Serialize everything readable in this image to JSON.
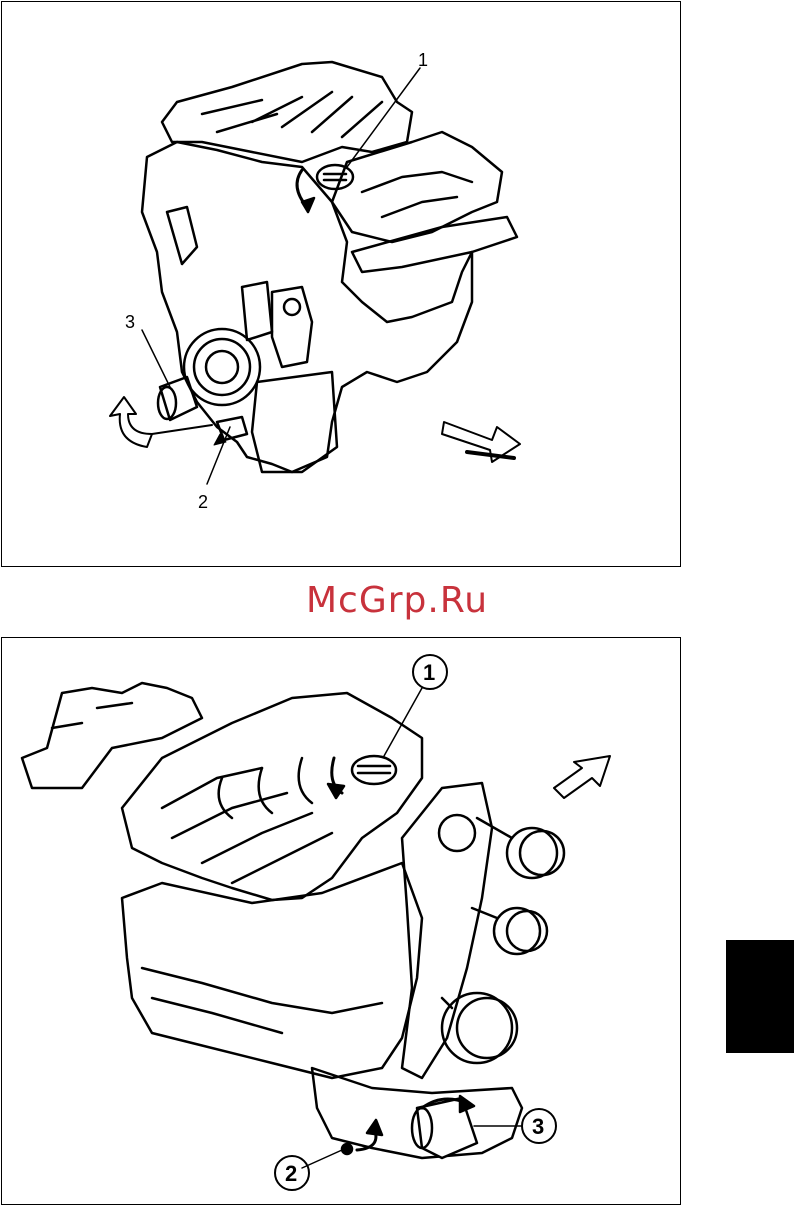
{
  "watermark": {
    "text": "McGrp.Ru",
    "color": "#c8323c"
  },
  "tab_color": "#000000",
  "figure_top": {
    "callouts": [
      {
        "id": "top-callout-1",
        "text": "1"
      },
      {
        "id": "top-callout-2",
        "text": "2"
      },
      {
        "id": "top-callout-3",
        "text": "3"
      }
    ]
  },
  "figure_bottom": {
    "callouts": [
      {
        "id": "bottom-callout-1",
        "text": "1"
      },
      {
        "id": "bottom-callout-2",
        "text": "2"
      },
      {
        "id": "bottom-callout-3",
        "text": "3"
      }
    ]
  }
}
